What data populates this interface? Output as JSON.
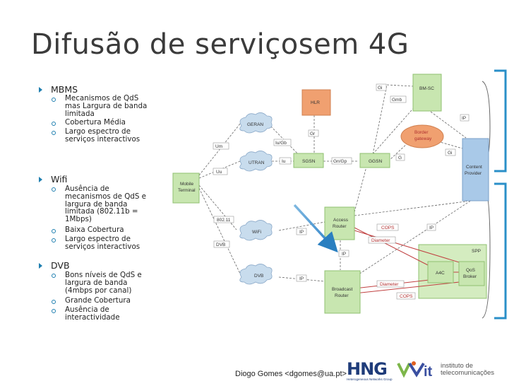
{
  "title": "Difusão de serviçosem 4G",
  "bullets": {
    "mbms": "MBMS",
    "mbms_items": [
      "Mecanismos de QdS mas Largura de banda limitada",
      "Cobertura Média",
      "Largo espectro de serviços interactivos"
    ],
    "wifi": "Wifi",
    "wifi_items": [
      "Ausência de mecanismos de QdS e largura de banda limitada (802.11b = 1Mbps)",
      "Baixa Cobertura",
      "Largo espectro de serviços interactivos"
    ],
    "dvb": "DVB",
    "dvb_items": [
      "Bons níveis de QdS e largura de banda (4mbps por canal)",
      "Grande Cobertura",
      "Ausência de interactividade"
    ]
  },
  "diagram": {
    "gi_top": "Gi",
    "bmsc": "BM-SC",
    "gmb": "Gmb",
    "hlr": "HLR",
    "ip_right": "IP",
    "geran": "GERAN",
    "gr": "Gr",
    "border1": "Border",
    "border2": "gateway",
    "um": "Um",
    "iugb": "Iu/Gb",
    "gi_mid": "Gi",
    "g": "G",
    "utran": "UTRAN",
    "iu": "Iu",
    "sgsn": "SGSN",
    "gngp": "Gn/Gp",
    "ggsn": "GGSN",
    "content1": "Content",
    "content2": "Provider",
    "uu": "Uu",
    "mobile1": "Mobile",
    "mobile2": "Terminal",
    "w80211": "802.11",
    "wifi": "WiFi",
    "ip_wifi": "IP",
    "access1": "Access",
    "access2": "Router",
    "cops_top": "COPS",
    "ip_ar": "IP",
    "diameter_top": "Diameter",
    "dvb_label": "DVB",
    "ip_mid": "IP",
    "spp": "SPP",
    "dvb_cloud": "DVB",
    "ip_dvb": "IP",
    "a4c": "A4C",
    "qos1": "QoS",
    "qos2": "Broker",
    "broadcast1": "Broadcast",
    "broadcast2": "Router",
    "diameter_bot": "Diameter",
    "cops_bot": "COPS"
  },
  "footer": "Diogo Gomes <dgomes@ua.pt>",
  "logos": {
    "hng": "HNG",
    "hng_sub": "Heterogeneous Networks Group",
    "it": "it",
    "inst1": "instituto de",
    "inst2": "telecomunicações"
  },
  "colors": {
    "green_box": "#c8e6b0",
    "green_border": "#8fc070",
    "orange": "#f0a070",
    "cloud": "#c8dced",
    "red_line": "#c04040",
    "blue_bracket": "#2a8fc8"
  }
}
